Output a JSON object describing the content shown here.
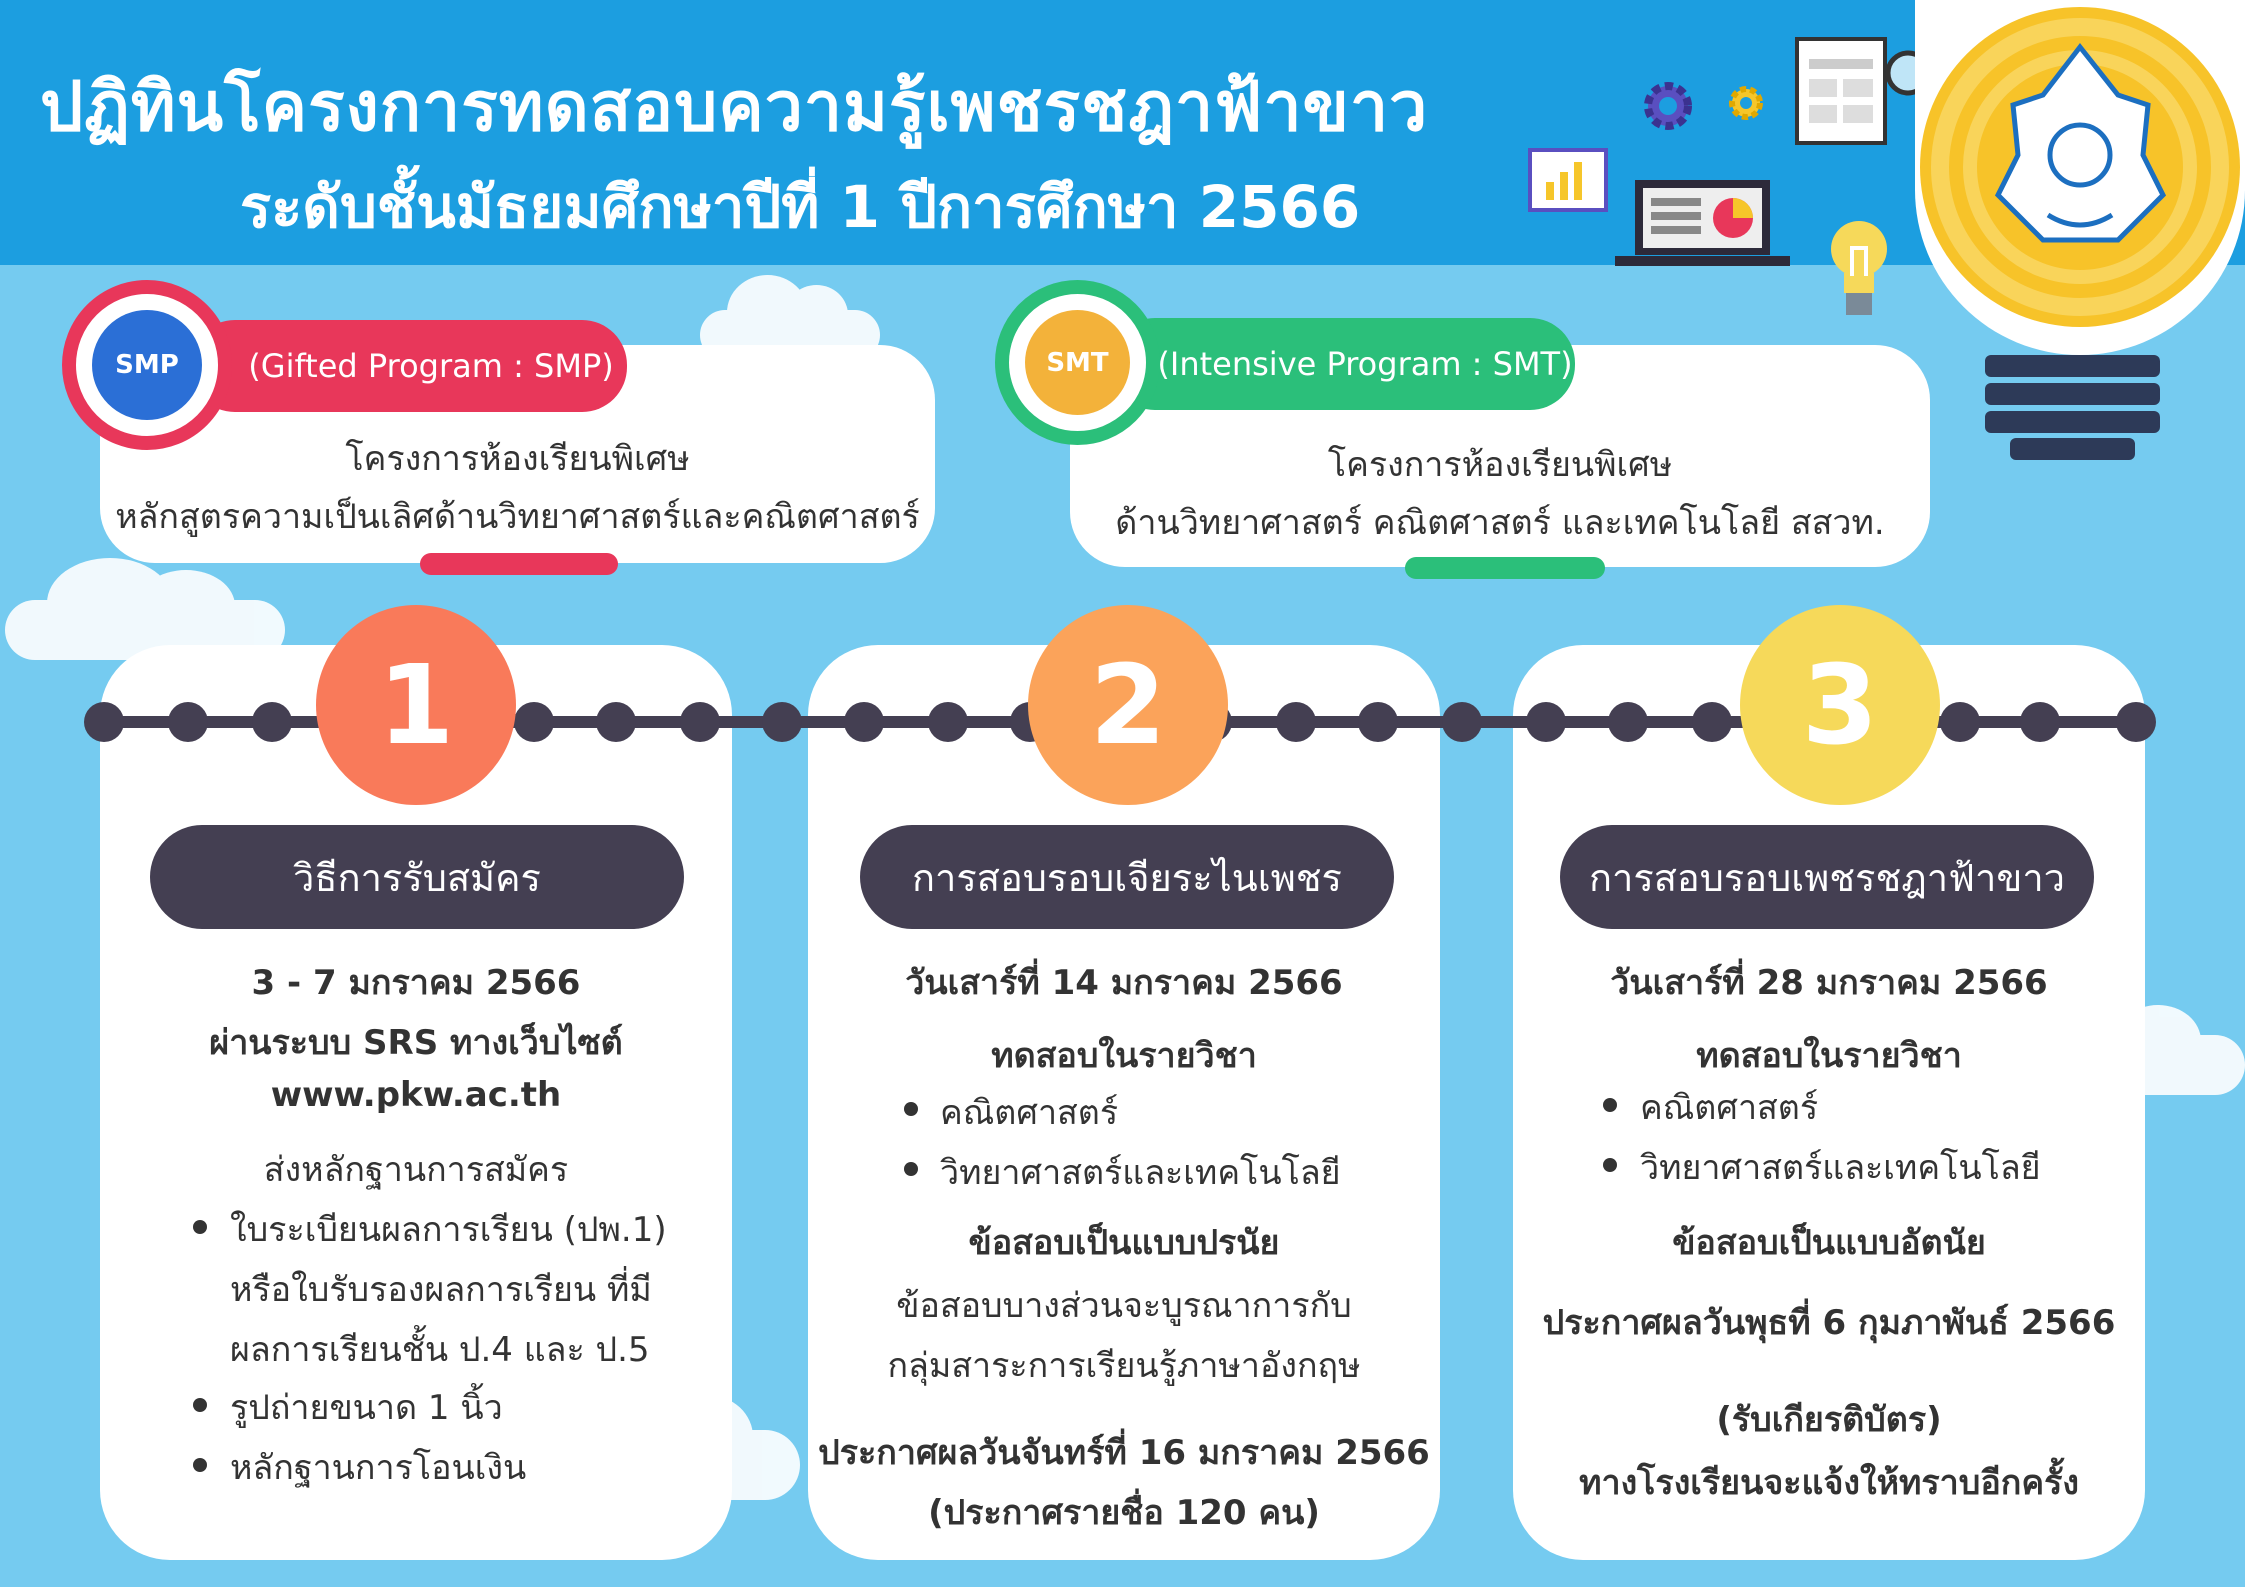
{
  "header": {
    "title_line1": "ปฏิทินโครงการทดสอบความรู้เพชรชฎาฟ้าขาว",
    "title_line2": "ระดับชั้นมัธยมศึกษาปีที่ 1 ปีการศึกษา 2566"
  },
  "programs": [
    {
      "badge_text": "SMP",
      "label": "(Gifted Program : SMP)",
      "desc_line1": "โครงการห้องเรียนพิเศษ",
      "desc_line2": "หลักสูตรความเป็นเลิศด้านวิทยาศาสตร์และคณิตศาสตร์",
      "color": "#e8375a"
    },
    {
      "badge_text": "SMT",
      "label": "(Intensive Program : SMT)",
      "desc_line1": "โครงการห้องเรียนพิเศษ",
      "desc_line2": "ด้านวิทยาศาสตร์ คณิตศาสตร์ และเทคโนโลยี สสวท.",
      "color": "#2bbf7a"
    }
  ],
  "steps": [
    {
      "number": "1",
      "color": "#f97a5a",
      "title": "วิธีการรับสมัคร",
      "line1": "3 - 7 มกราคม 2566",
      "line2": "ผ่านระบบ SRS ทางเว็บไซต์",
      "line3": "www.pkw.ac.th",
      "line4": "ส่งหลักฐานการสมัคร",
      "bullets": [
        "ใบระเบียนผลการเรียน (ปพ.1)",
        "หรือใบรับรองผลการเรียน ที่มี",
        "ผลการเรียนชั้น ป.4 และ ป.5",
        "รูปถ่ายขนาด 1 นิ้ว",
        "หลักฐานการโอนเงิน"
      ]
    },
    {
      "number": "2",
      "color": "#fba35a",
      "title": "การสอบรอบเจียระไนเพชร",
      "date": "วันเสาร์ที่ 14 มกราคม 2566",
      "subject_head": "ทดสอบในรายวิชา",
      "subjects": [
        "คณิตศาสตร์",
        "วิทยาศาสตร์และเทคโนโลยี"
      ],
      "exam_type": "ข้อสอบเป็นแบบปรนัย",
      "note_line1": "ข้อสอบบางส่วนจะบูรณาการกับ",
      "note_line2": "กลุ่มสาระการเรียนรู้ภาษาอังกฤษ",
      "announce": "ประกาศผลวันจันทร์ที่ 16 มกราคม 2566",
      "announce_note": "(ประกาศรายชื่อ 120 คน)"
    },
    {
      "number": "3",
      "color": "#f6d95a",
      "title": "การสอบรอบเพชรชฎาฟ้าขาว",
      "date": "วันเสาร์ที่ 28 มกราคม 2566",
      "subject_head": "ทดสอบในรายวิชา",
      "subjects": [
        "คณิตศาสตร์",
        "วิทยาศาสตร์และเทคโนโลยี"
      ],
      "exam_type": "ข้อสอบเป็นแบบอัตนัย",
      "announce": "ประกาศผลวันพุธที่ 6 กุมภาพันธ์ 2566",
      "certificate": "(รับเกียรติบัตร)",
      "certificate_note": "ทางโรงเรียนจะแจ้งให้ทราบอีกครั้ง"
    }
  ],
  "icons": [
    "gear-icon",
    "gear-small-icon",
    "clipboard-icon",
    "magnifier-icon",
    "chart-screen-icon",
    "laptop-icon",
    "lightbulb-icon",
    "school-emblem-icon"
  ]
}
